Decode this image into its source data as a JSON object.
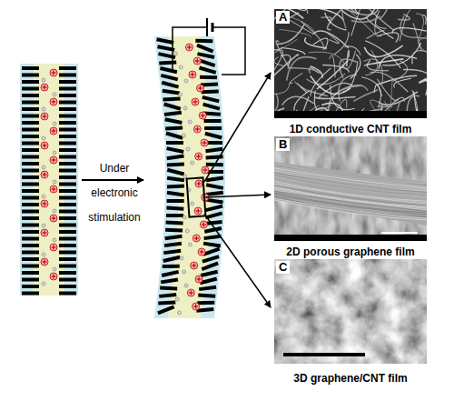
{
  "diagram": {
    "nodes": [
      {
        "text": [
          "A",
          "1D conductive CNT film"
        ]
      },
      {
        "text": [
          "B",
          "2D porous graphene film"
        ]
      },
      {
        "text": [
          "C",
          "3D graphene/CNT film"
        ]
      }
    ],
    "labels": [
      "Under electronic stimulation"
    ]
  }
}
